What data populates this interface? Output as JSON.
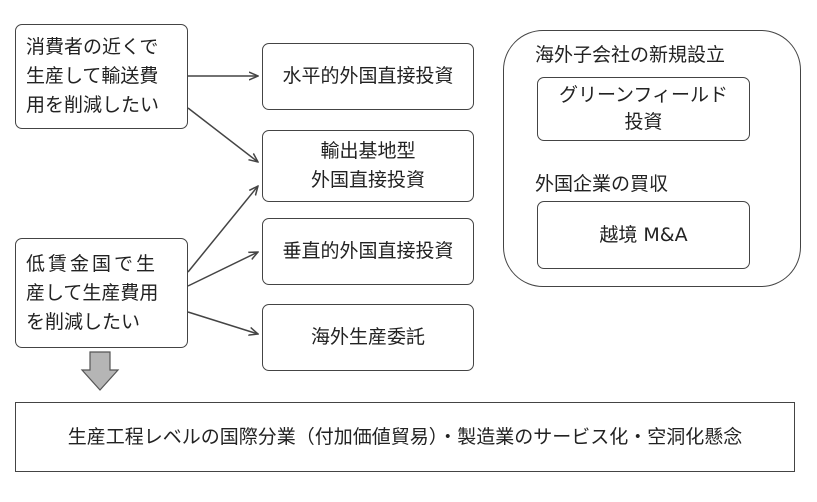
{
  "left_boxes": {
    "consumer": {
      "lines": [
        "消費者の近くで",
        "生産して輸送費",
        "用を削減したい"
      ]
    },
    "lowwage": {
      "lines": [
        "低賃金国で生",
        "産して生産費用",
        "を削減したい"
      ]
    }
  },
  "middle_boxes": {
    "horizontal": {
      "lines": [
        "水平的外国直接投資"
      ]
    },
    "export_base": {
      "lines": [
        "輸出基地型",
        "外国直接投資"
      ]
    },
    "vertical": {
      "lines": [
        "垂直的外国直接投資"
      ]
    },
    "outsourcing": {
      "lines": [
        "海外生産委託"
      ]
    }
  },
  "right_group": {
    "heading_new": "海外子会社の新規設立",
    "greenfield": {
      "lines": [
        "グリーンフィールド",
        "投資"
      ]
    },
    "heading_acq": "外国企業の買収",
    "cross_border": {
      "lines": [
        "越境 M&A"
      ]
    }
  },
  "bottom_box": {
    "text": "生産工程レベルの国際分業（付加価値貿易）・製造業のサービス化・空洞化懸念"
  }
}
